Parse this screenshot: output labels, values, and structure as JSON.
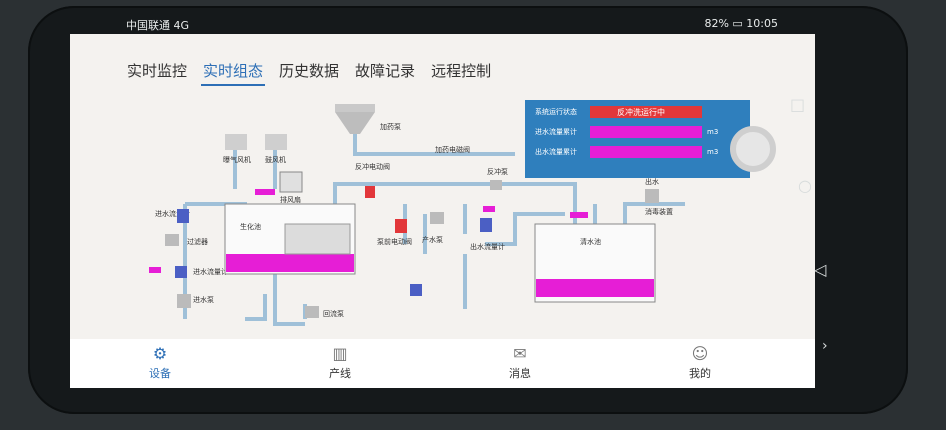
{
  "status_bar": {
    "carrier": "中国联通",
    "signal": "4G",
    "battery": "82%",
    "time": "10:05"
  },
  "tabs": [
    "实时监控",
    "实时组态",
    "历史数据",
    "故障记录",
    "远程控制"
  ],
  "active_tab": "实时组态",
  "info_panel": {
    "status_label": "系统运行状态",
    "status_value": "反冲洗运行中",
    "in_flow_label": "进水流量累计",
    "in_flow_unit": "m3",
    "out_flow_label": "出水流量累计",
    "out_flow_unit": "m3"
  },
  "components": {
    "tank_top": "加药泵",
    "dosing_valve": "加药电磁阀",
    "blower1": "曝气风机",
    "blower2": "鼓风机",
    "exhaust_fan": "排风扇",
    "inlet_flow": "进水流量计",
    "filter": "过滤器",
    "inlet_flow_total": "进水流量计",
    "inlet_pump": "进水泵",
    "tank_a": "生化池",
    "backwash_valve": "反冲电动阀",
    "pump_valve": "泵前电动阀",
    "product_pump": "产水泵",
    "backwash_pump": "反冲泵",
    "out_flow": "出水流量计",
    "return_pump": "回流泵",
    "clean_tank": "清水池",
    "outlet": "出水",
    "disinfect": "消毒装置"
  },
  "nav": [
    "设备",
    "产线",
    "消息",
    "我的"
  ],
  "colors": {
    "accent": "#2d6fb6",
    "liquid": "#e61ed6",
    "alarm": "#e2373a",
    "pipe": "#9fc0d8"
  }
}
